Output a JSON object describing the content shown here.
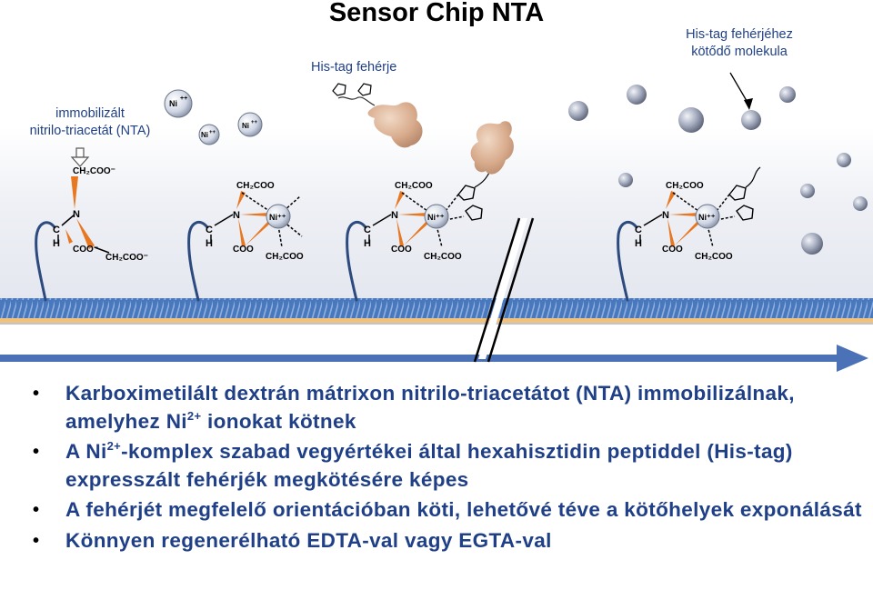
{
  "title": "Sensor Chip NTA",
  "labels": {
    "nta_line1": "immobilizált",
    "nta_line2": "nitrilo-triacetát (NTA)",
    "histag_protein": "His-tag fehérje",
    "binding_line1": "His-tag fehérjéhez",
    "binding_line2": "kötődő molekula"
  },
  "chem": {
    "ni_free": "Ni",
    "ni_charge": "++",
    "ch2coo": "CH₂COO",
    "ch2coo_minus": "CH₂COO⁻",
    "coo_minus": "COO⁻",
    "coo": "COO",
    "n": "N",
    "c": "C",
    "h": "H",
    "ni_complex": "Ni⁺⁺"
  },
  "colors": {
    "title_blue": "#1f3f86",
    "orange_bond": "#e87722",
    "surface_blue": "#3f6fb5",
    "gold_layer": "#f0c27b",
    "background_band": "#eceef4"
  },
  "bullets": [
    {
      "part1": "Karboximetilált dextrán mátrixon nitrilo-triacetátot (NTA) immobilizálnak, amelyhez Ni",
      "sup": "2+",
      "part2": " ionokat kötnek"
    },
    {
      "part1": "A Ni",
      "sup": "2+",
      "part2": "-komplex szabad vegyértékei által hexahisztidin peptiddel (His-tag) expresszált fehérjék megkötésére képes"
    },
    {
      "part1": "A fehérjét megfelelő orientációban köti, lehetővé téve a kötőhelyek exponálását",
      "sup": "",
      "part2": ""
    },
    {
      "part1": "Könnyen regenerélható EDTA-val vagy EGTA-val",
      "sup": "",
      "part2": ""
    }
  ]
}
